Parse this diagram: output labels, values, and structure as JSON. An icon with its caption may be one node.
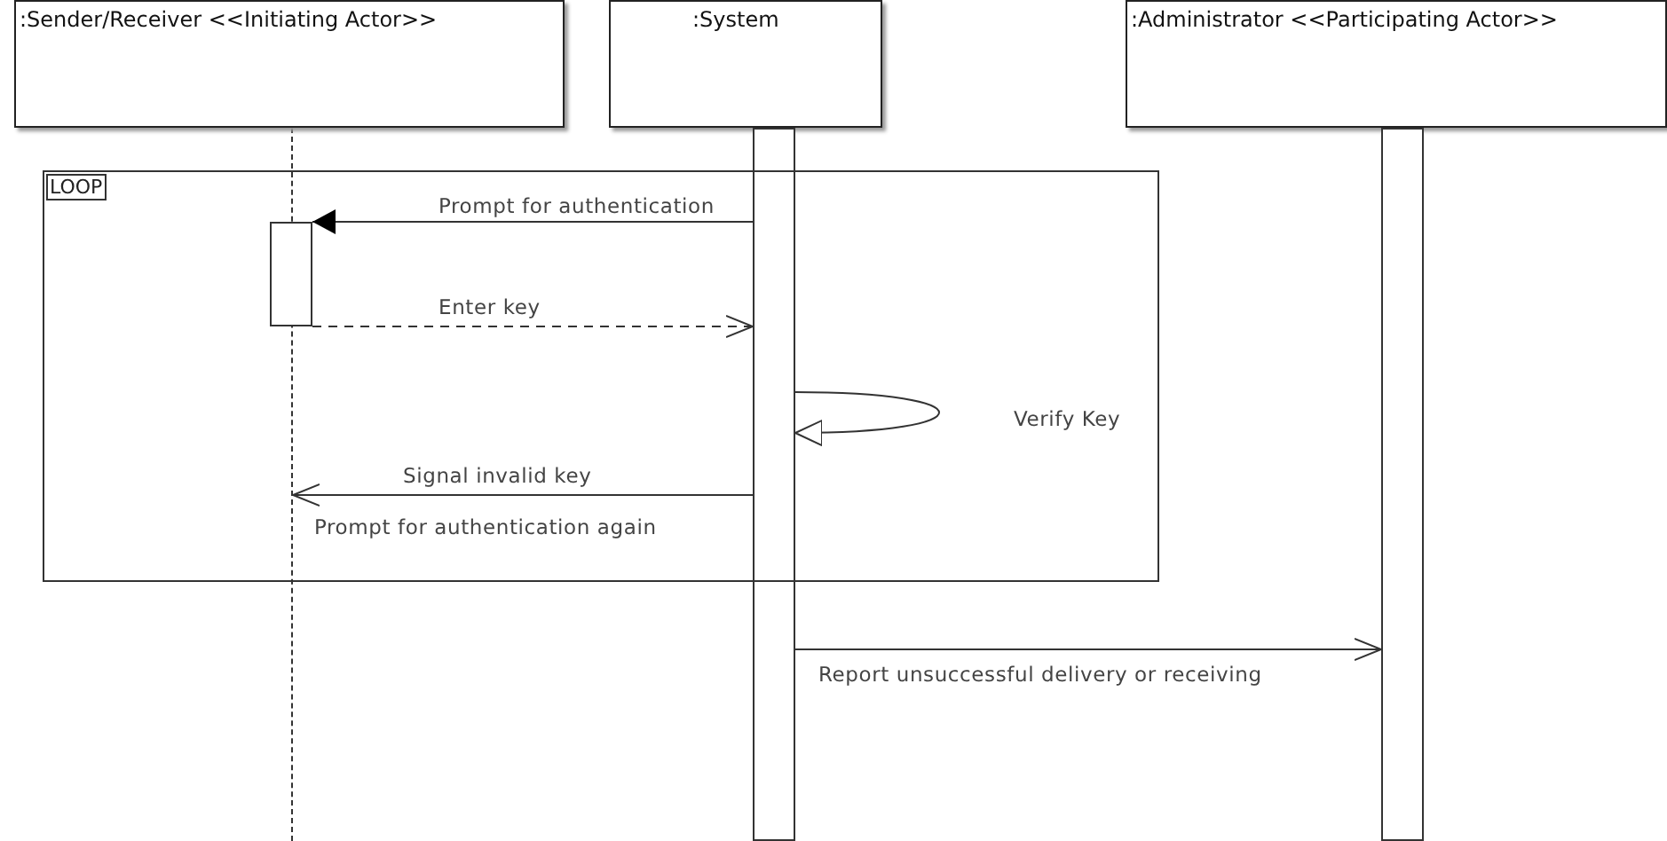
{
  "diagram": {
    "nodes": [
      {
        "text": [
          ":Sender/Receiver  <<Initiating Actor>>"
        ]
      },
      {
        "text": [
          ":System"
        ]
      },
      {
        "text": [
          ":Administrator <<Participating Actor>>"
        ]
      },
      {
        "text": [],
        "shape": "line"
      },
      {
        "text": [],
        "shape": "bar"
      },
      {
        "text": [],
        "shape": "bar"
      },
      {
        "text": [
          "LOOP"
        ]
      },
      {
        "text": [],
        "shape": "bar",
        "in": 6
      }
    ],
    "edges": [
      {
        "from": 4,
        "to": 7,
        "arrow": "to",
        "label": "Prompt for authentication"
      },
      {
        "from": 7,
        "to": 4,
        "arrow": "to",
        "label": "Enter key",
        "style": "dashed"
      },
      {
        "from": 4,
        "to": 4,
        "arrow": "to",
        "label": "Verify Key"
      },
      {
        "from": 4,
        "to": 3,
        "arrow": "to",
        "label": "Signal invalid key"
      },
      {
        "from": 4,
        "to": 5,
        "arrow": "to",
        "label": "Report unsuccessful delivery or receiving"
      }
    ],
    "labels": [
      "Prompt for authentication again"
    ]
  }
}
